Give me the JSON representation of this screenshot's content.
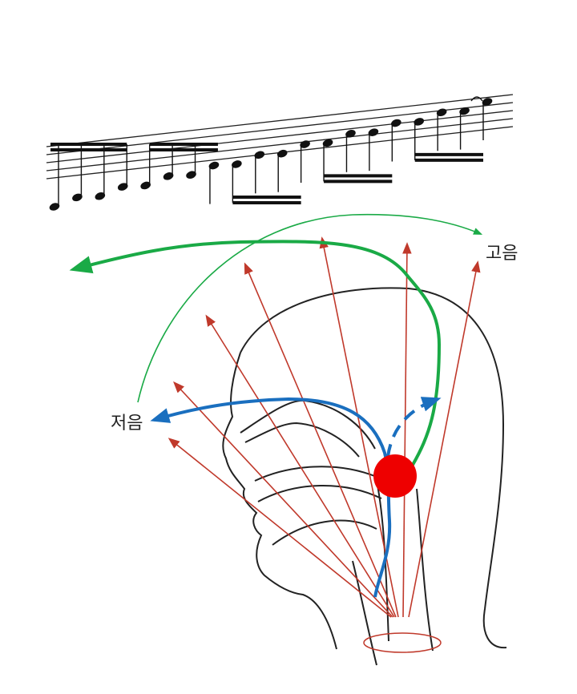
{
  "labels": {
    "high": "고음",
    "low": "저음"
  },
  "colors": {
    "high_path": "#1aaa46",
    "low_path": "#1a6fbf",
    "resonance_arrows": "#c0392b",
    "source_dot": "#ee0000",
    "outline": "#222222"
  },
  "icons": {
    "source": "resonance-source-dot",
    "larynx": "larynx-ellipse"
  }
}
